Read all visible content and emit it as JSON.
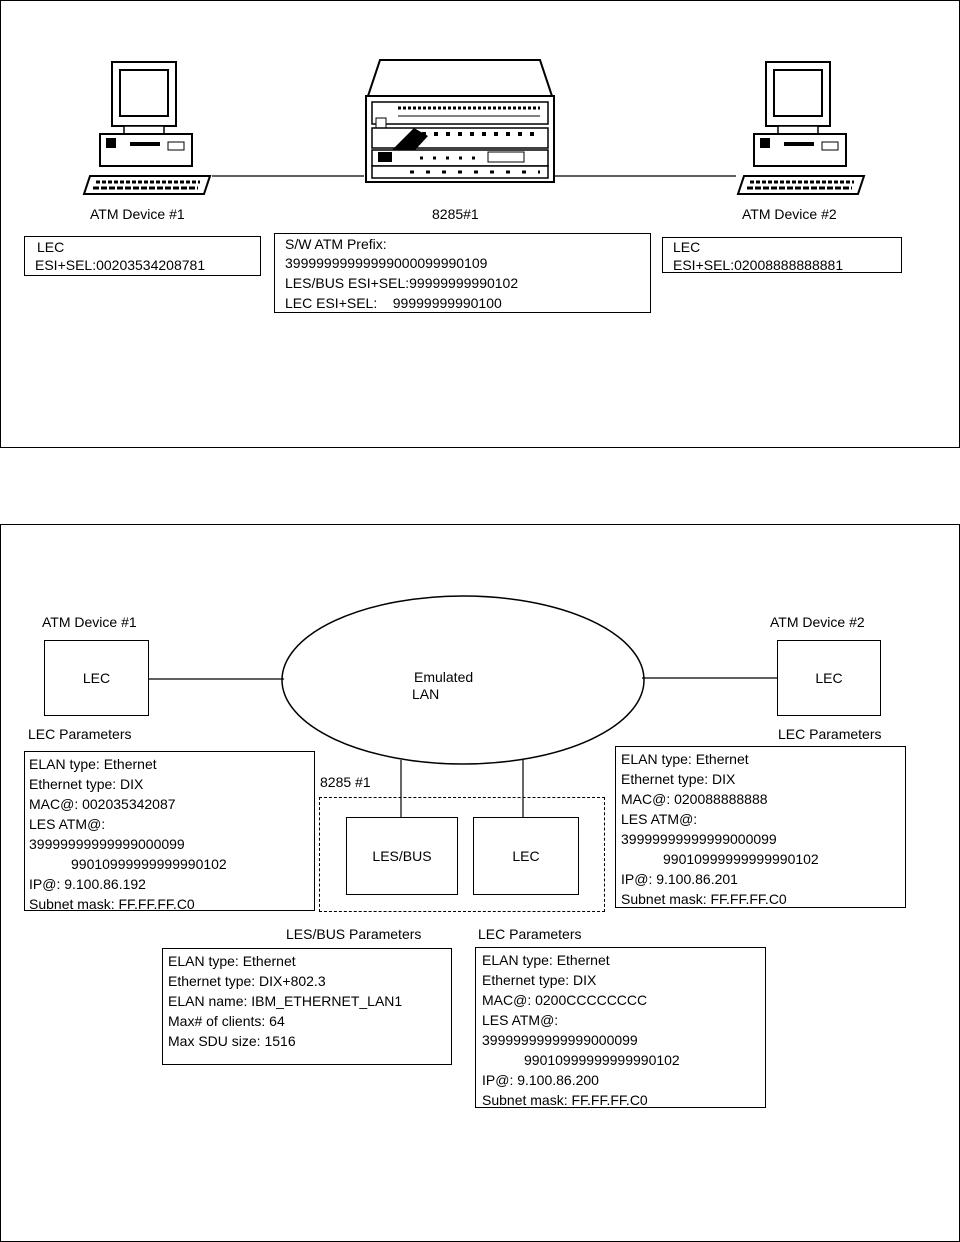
{
  "top": {
    "device1": {
      "label": "ATM Device #1",
      "lines": [
        "LEC",
        "ESI+SEL:00203534208781"
      ]
    },
    "switch": {
      "label": "8285#1",
      "lines": [
        "S/W ATM Prefix:",
        "3999999999999900009999010​9",
        "LES/BUS ESI+SEL:99999999990102",
        "LEC ESI+SEL:    99999999990100"
      ]
    },
    "device2": {
      "label": "ATM Device #2",
      "lines": [
        "LEC",
        "ESI+SEL:02008888888881"
      ]
    }
  },
  "bottom": {
    "device1_label": "ATM Device #1",
    "device2_label": "ATM Device #2",
    "lec_left": "LEC",
    "lec_right": "LEC",
    "elan_line1": "Emulated",
    "elan_line2": "LAN",
    "switch_label": "8285 #1",
    "lesbus": "LES/BUS",
    "lec_center": "LEC",
    "lec_params_left_title": "LEC Parameters",
    "lec_params_left": [
      "ELAN type: Ethernet",
      "Ethernet type: DIX",
      "MAC@: 002035342087",
      "LES ATM@:",
      "39999999999999000099",
      "99010999999999990102",
      "IP@: 9.100.86.192",
      "Subnet mask: FF.FF.FF.C0"
    ],
    "lec_params_right_title": "LEC Parameters",
    "lec_params_right": [
      "ELAN type: Ethernet",
      "Ethernet type: DIX",
      "MAC@: 020088888888",
      "LES ATM@:",
      "39999999999999000099",
      "99010999999999990102",
      "IP@: 9.100.86.201",
      "Subnet mask: FF.FF.FF.C0"
    ],
    "lesbus_params_title": "LES/BUS Parameters",
    "lesbus_params": [
      "ELAN type: Ethernet",
      "Ethernet type: DIX+802.3",
      "ELAN name: IBM_ETHERNET_LAN1",
      "Max# of clients: 64",
      "Max SDU size: 1516"
    ],
    "lec_params_center_title": "LEC Parameters",
    "lec_params_center": [
      "ELAN type: Ethernet",
      "Ethernet type: DIX",
      "MAC@: 0200CCCCCCCC",
      "LES ATM@:",
      "39999999999999000099",
      "99010999999999990102",
      "IP@: 9.100.86.200",
      "Subnet mask: FF.FF.FF.C0"
    ]
  }
}
